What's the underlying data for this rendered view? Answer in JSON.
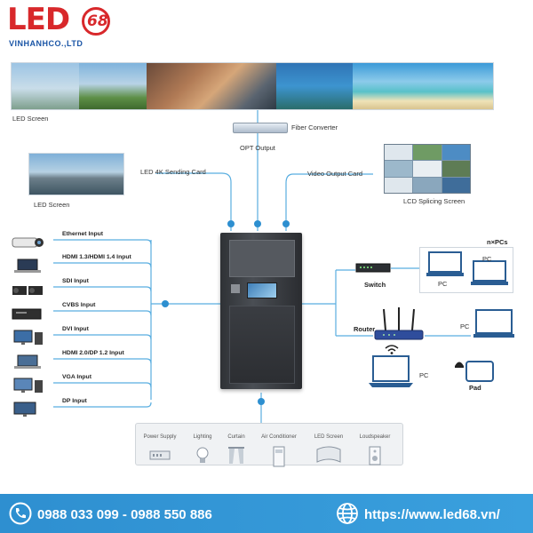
{
  "logo": {
    "brand_letters": "LED",
    "brand_number": "68",
    "company": "VINHANHCO.,LTD"
  },
  "top_screen": {
    "label": "LED Screen"
  },
  "fiber_converter": {
    "label": "Fiber Converter"
  },
  "opt_output": {
    "label": "OPT Output"
  },
  "sending_card": {
    "label": "LED  4K Sending Card"
  },
  "video_output_card": {
    "label": "Video Output Card"
  },
  "left_screen": {
    "label": "LED  Screen"
  },
  "lcd_splicing": {
    "label": "LCD Splicing Screen"
  },
  "inputs": [
    {
      "label": "Ethernet Input",
      "icon": "camera-icon"
    },
    {
      "label": "HDMI 1.3/HDMI 1.4  Input",
      "icon": "laptop-icon"
    },
    {
      "label": "SDI Input",
      "icon": "camcorder-icon"
    },
    {
      "label": "CVBS Input",
      "icon": "player-icon"
    },
    {
      "label": "DVI Input",
      "icon": "desktop-icon"
    },
    {
      "label": "HDMI 2.0/DP 1.2 Input",
      "icon": "laptop-icon"
    },
    {
      "label": "VGA Input",
      "icon": "desktop-icon"
    },
    {
      "label": "DP Input",
      "icon": "desktop-icon"
    }
  ],
  "network": {
    "switch_label": "Switch",
    "multi_pc_label": "n×PCs",
    "pc_label": "PC",
    "router_label": "Router",
    "pad_label": "Pad"
  },
  "control_panel": {
    "items": [
      {
        "label": "Power Supply",
        "icon": "power-supply-icon"
      },
      {
        "label": "Lighting",
        "icon": "lightbulb-icon"
      },
      {
        "label": "Curtain",
        "icon": "curtain-icon"
      },
      {
        "label": "Air Conditioner",
        "icon": "air-conditioner-icon"
      },
      {
        "label": "LED Screen",
        "icon": "led-screen-icon"
      },
      {
        "label": "Loudspeaker",
        "icon": "loudspeaker-icon"
      }
    ]
  },
  "footer": {
    "phone": "0988 033 099 - 0988 550 886",
    "website": "https://www.led68.vn/"
  },
  "colors": {
    "brand_red": "#d8282b",
    "brand_blue": "#2d8fd0",
    "line_blue": "#59aee0",
    "footer_bg": "#3399d9",
    "processor_dark": "#3b3e43"
  }
}
